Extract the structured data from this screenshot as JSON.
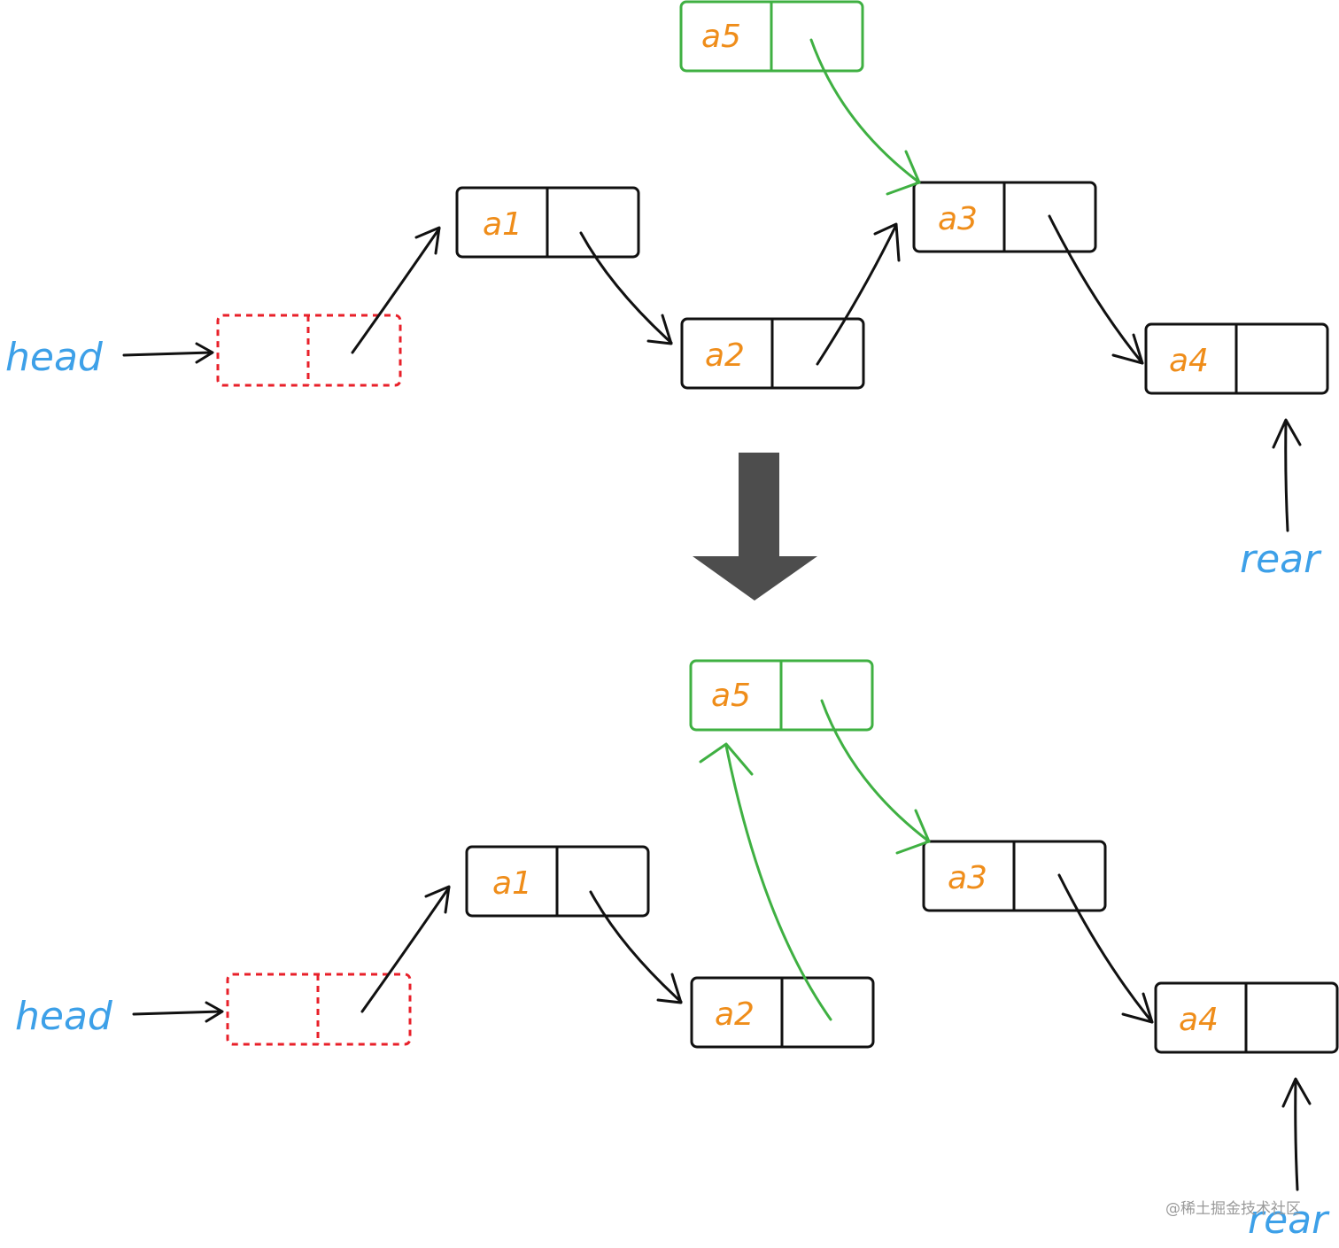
{
  "colors": {
    "node_border": "#111111",
    "new_node_border": "#3fb042",
    "head_node_border": "#e8202a",
    "node_label": "#ef8d1a",
    "pointer_label": "#3da0e8",
    "transition_arrow": "#4d4d4d",
    "watermark": "#9a9a9a"
  },
  "before": {
    "head_label": "head",
    "rear_label": "rear",
    "nodes": {
      "a1": "a1",
      "a2": "a2",
      "a3": "a3",
      "a4": "a4",
      "a5": "a5"
    }
  },
  "after": {
    "head_label": "head",
    "rear_label": "rear",
    "nodes": {
      "a1": "a1",
      "a2": "a2",
      "a3": "a3",
      "a4": "a4",
      "a5": "a5"
    }
  },
  "watermark": "@稀土掘金技术社区"
}
